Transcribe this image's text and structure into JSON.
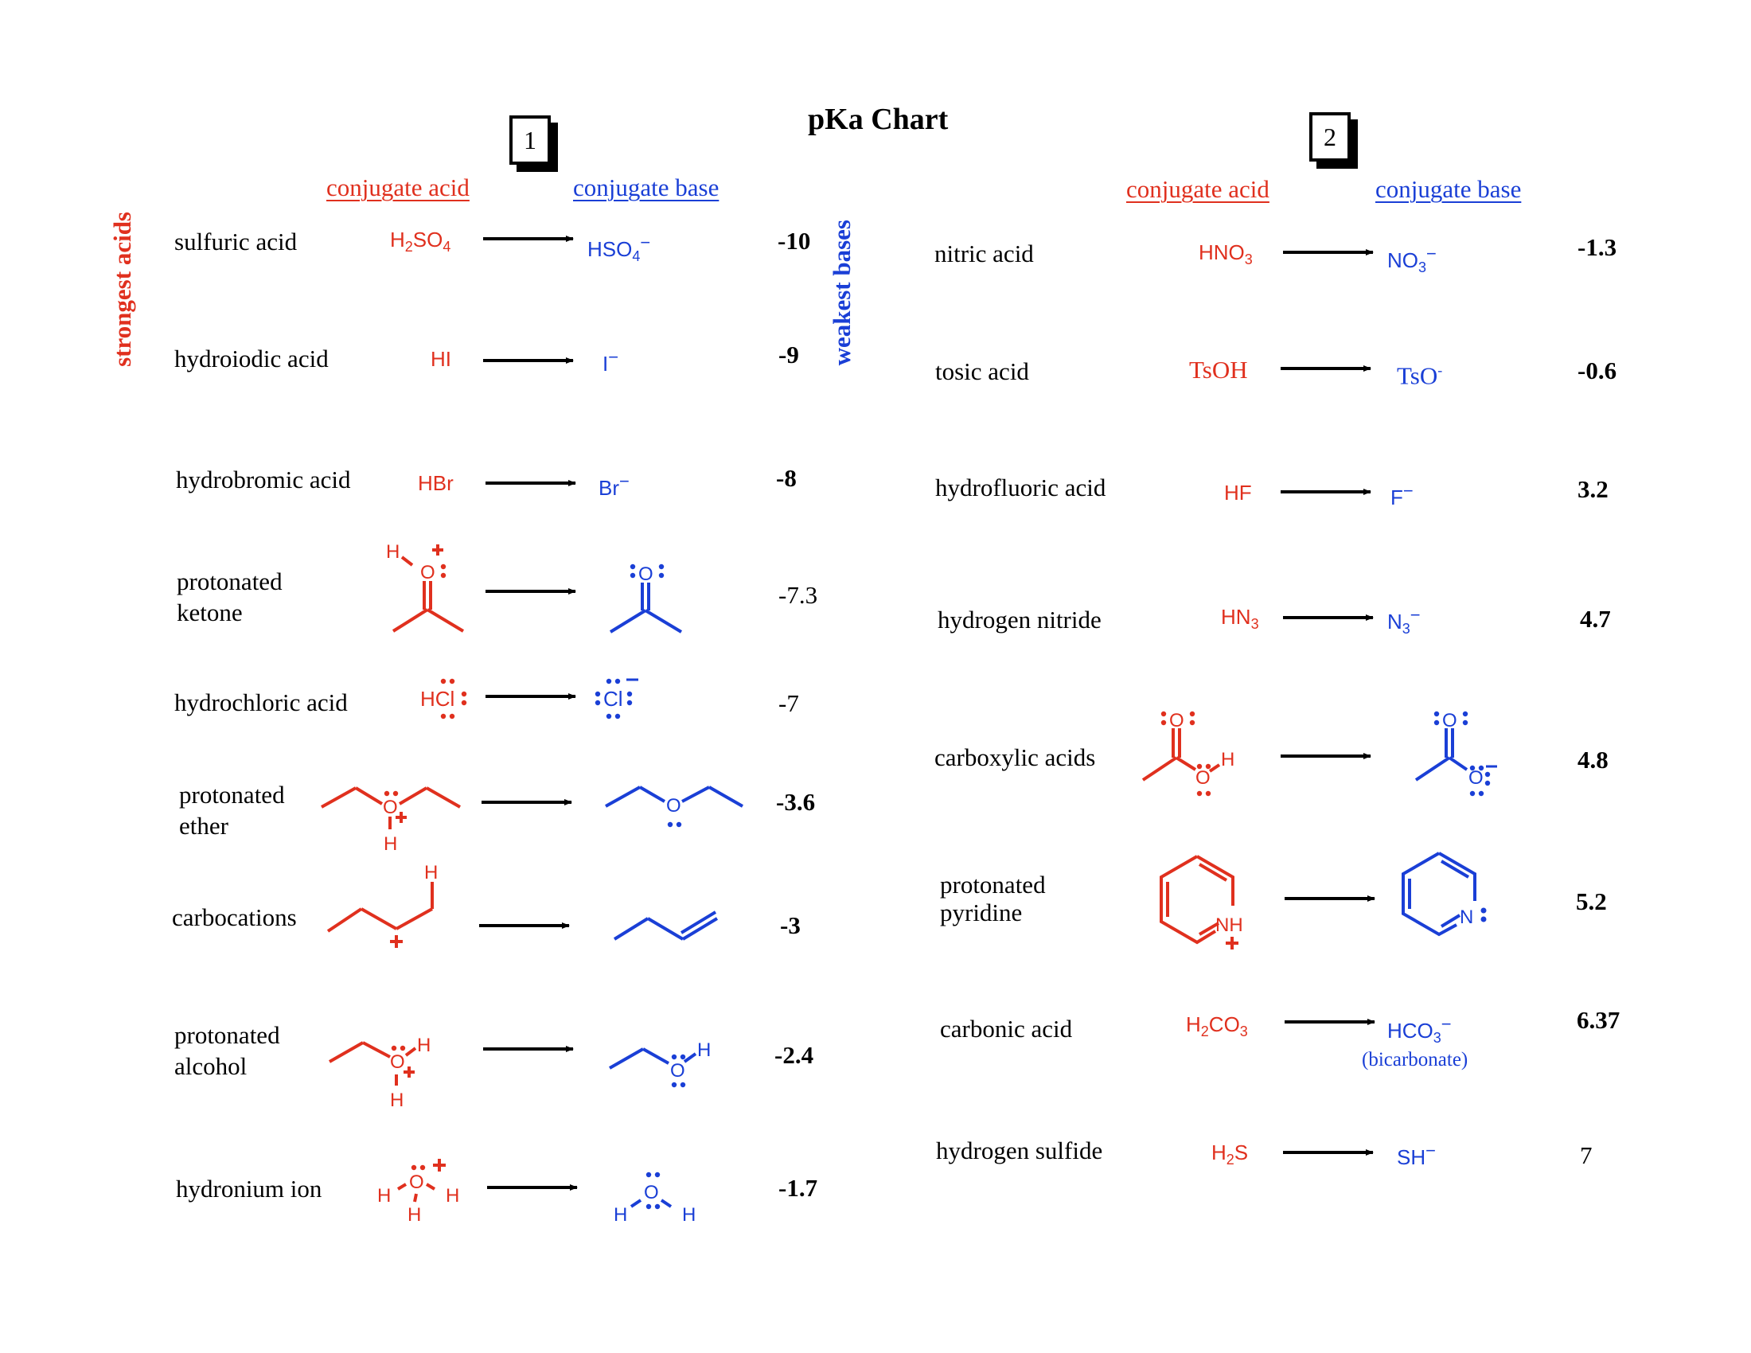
{
  "title": "pKa Chart",
  "panels": [
    {
      "number": "1",
      "header_acid": "conjugate acid",
      "header_base": "conjugate base"
    },
    {
      "number": "2",
      "header_acid": "conjugate acid",
      "header_base": "conjugate base"
    }
  ],
  "side_labels": {
    "strongest_acids": "strongest acids",
    "weakest_bases": "weakest bases"
  },
  "colors": {
    "acid": "#e0301e",
    "base": "#1a3fd6",
    "arrow": "#000000"
  },
  "left_rows": [
    {
      "name": "sulfuric acid",
      "acid": "H2SO4",
      "base": "HSO4−",
      "pka": "-10"
    },
    {
      "name": "hydroiodic acid",
      "acid": "HI",
      "base": "I−",
      "pka": "-9"
    },
    {
      "name": "hydrobromic acid",
      "acid": "HBr",
      "base": "Br−",
      "pka": "-8"
    },
    {
      "name": "protonated ketone",
      "name_line1": "protonated",
      "name_line2": "ketone",
      "acid": "protonated acetone (structure)",
      "base": "acetone (structure)",
      "pka": "-7.3"
    },
    {
      "name": "hydrochloric acid",
      "acid": "HCl",
      "base": "Cl−",
      "pka": "-7"
    },
    {
      "name": "protonated ether",
      "name_line1": "protonated",
      "name_line2": "ether",
      "acid": "protonated diethyl ether (structure)",
      "base": "diethyl ether (structure)",
      "pka": "-3.6"
    },
    {
      "name": "carbocations",
      "acid": "carbocation (structure)",
      "base": "alkene (structure)",
      "pka": "-3"
    },
    {
      "name": "protonated alcohol",
      "name_line1": "protonated",
      "name_line2": "alcohol",
      "acid": "protonated ethanol (structure)",
      "base": "ethanol (structure)",
      "pka": "-2.4"
    },
    {
      "name": "hydronium ion",
      "acid": "H3O+ (structure)",
      "base": "H2O (structure)",
      "pka": "-1.7"
    }
  ],
  "right_rows": [
    {
      "name": "nitric acid",
      "acid": "HNO3",
      "base": "NO3−",
      "pka": "-1.3"
    },
    {
      "name": "tosic acid",
      "acid": "TsOH",
      "base": "TsO−",
      "pka": "-0.6"
    },
    {
      "name": "hydrofluoric acid",
      "acid": "HF",
      "base": "F−",
      "pka": "3.2"
    },
    {
      "name": "hydrogen nitride",
      "acid": "HN3",
      "base": "N3−",
      "pka": "4.7"
    },
    {
      "name": "carboxylic acids",
      "acid": "acetic acid (structure)",
      "base": "acetate (structure)",
      "pka": "4.8"
    },
    {
      "name": "protonated pyridine",
      "name_line1": "protonated",
      "name_line2": "pyridine",
      "acid": "pyridinium (structure)",
      "base": "pyridine (structure)",
      "pka": "5.2"
    },
    {
      "name": "carbonic acid",
      "acid": "H2CO3",
      "base": "HCO3−",
      "base_note": "(bicarbonate)",
      "pka": "6.37"
    },
    {
      "name": "hydrogen sulfide",
      "acid": "H2S",
      "base": "SH−",
      "pka": "7"
    }
  ],
  "structure_labels": {
    "H": "H",
    "O": "O",
    "plus": "+",
    "minus": "−",
    "NH": "NH",
    "N": "N",
    "Cl": "Cl",
    "HCl": "HCl"
  }
}
